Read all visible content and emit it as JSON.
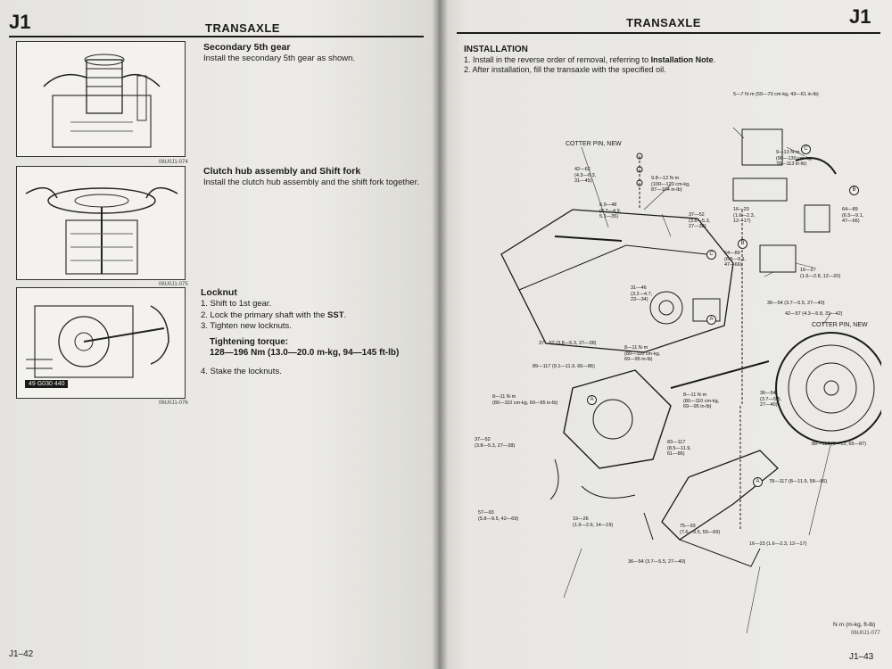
{
  "left_page": {
    "section": "J1",
    "header": "TRANSAXLE",
    "page_number": "J1–42",
    "steps": [
      {
        "title": "Secondary 5th gear",
        "lines": [
          "Install the secondary 5th gear as shown."
        ],
        "figure_code": "06U0J1-074"
      },
      {
        "title": "Clutch hub assembly and Shift fork",
        "lines": [
          "Install the clutch hub assembly and the shift fork together."
        ],
        "figure_code": "06U0J1-075"
      },
      {
        "title": "Locknut",
        "line1": "1. Shift to 1st gear.",
        "line2_prefix": "2. Lock the primary shaft with the ",
        "line2_bold": "SST",
        "line2_suffix": ".",
        "line3": "3. Tighten new locknuts.",
        "torque_title": "Tightening torque:",
        "torque_value": "128—196 Nm (13.0—20.0 m-kg, 94—145 ft-lb)",
        "line4": "4. Stake the locknuts.",
        "sst_number": "49 G030 440",
        "figure_code": "06U0J1-076"
      }
    ]
  },
  "right_page": {
    "section": "J1",
    "header": "TRANSAXLE",
    "page_number": "J1–43",
    "installation_title": "INSTALLATION",
    "install_steps": [
      {
        "prefix": "1. Install in the reverse order of removal, referring to ",
        "bold": "Installation Note",
        "suffix": "."
      },
      {
        "prefix": "2. After installation, fill the transaxle with the specified oil.",
        "bold": "",
        "suffix": ""
      }
    ],
    "figure_code": "06U0J1-077",
    "units_note": "N·m (m-kg, ft-lb)",
    "cotter_pin_left": "COTTER PIN, NEW",
    "cotter_pin_right": "COTTER PIN, NEW",
    "torque_labels": [
      {
        "id": "t1",
        "lines": [
          "5—7 N·m (50—70 cm-kg, 43—61 in-lb)"
        ]
      },
      {
        "id": "t2",
        "lines": [
          "42—62",
          "(4.3—6.3,",
          "31—45)"
        ]
      },
      {
        "id": "t3",
        "lines": [
          "9.8—12 N·m",
          "(100—120 cm-kg,",
          "87—104 in-lb)"
        ]
      },
      {
        "id": "t4",
        "lines": [
          "9—13 N·m",
          "(90—130 cm-kg,",
          "78—113 in-lb)"
        ]
      },
      {
        "id": "t5",
        "lines": [
          "6.9—48",
          "(0.7—4.9,",
          "5.1—35)"
        ]
      },
      {
        "id": "t6",
        "lines": [
          "37—52",
          "(3.8—5.3,",
          "27—38)"
        ]
      },
      {
        "id": "t7",
        "lines": [
          "16—23",
          "(1.6—2.3,",
          "12—17)"
        ]
      },
      {
        "id": "t8",
        "lines": [
          "64—89",
          "(6.5—9.1,",
          "47—66)"
        ]
      },
      {
        "id": "t9",
        "lines": [
          "64—89",
          "(6.5—9.1,",
          "47—66)"
        ]
      },
      {
        "id": "t10",
        "lines": [
          "16—27",
          "(1.6—2.8, 12—20)"
        ]
      },
      {
        "id": "t11",
        "lines": [
          "31—46",
          "(3.2—4.7,",
          "23—34)"
        ]
      },
      {
        "id": "t12",
        "lines": [
          "36—54 (3.7—5.5, 27—40)"
        ]
      },
      {
        "id": "t13",
        "lines": [
          "42—57 (4.3—5.8, 31—42)"
        ]
      },
      {
        "id": "t14",
        "lines": [
          "37—52 (3.8—5.3, 27—38)"
        ]
      },
      {
        "id": "t15",
        "lines": [
          "8—11 N·m",
          "(80—110 cm-kg,",
          "69—95 in-lb)"
        ]
      },
      {
        "id": "t16",
        "lines": [
          "89—117 (9.1—11.9, 66—86)"
        ]
      },
      {
        "id": "t17",
        "lines": [
          "8—11 N·m",
          "(80—110 cm-kg, 69—95 in-lb)"
        ]
      },
      {
        "id": "t18",
        "lines": [
          "8—11 N·m",
          "(80—110 cm-kg,",
          "69—95 in-lb)"
        ]
      },
      {
        "id": "t19",
        "lines": [
          "36—54",
          "(3.7—5.5,",
          "27—40)"
        ]
      },
      {
        "id": "t20",
        "lines": [
          "37—52",
          "(3.8—5.3, 27—38)"
        ]
      },
      {
        "id": "t21",
        "lines": [
          "83—117",
          "(8.5—11.9,",
          "61—86)"
        ]
      },
      {
        "id": "t22",
        "lines": [
          "88—118 (9—12, 65—87)"
        ]
      },
      {
        "id": "t23",
        "lines": [
          "78—117 (8—11.9, 58—86)"
        ]
      },
      {
        "id": "t24",
        "lines": [
          "57—93",
          "(5.8—9.5, 42—69)"
        ]
      },
      {
        "id": "t25",
        "lines": [
          "19—26",
          "(1.9—2.6, 14—19)"
        ]
      },
      {
        "id": "t26",
        "lines": [
          "75—93",
          "(7.6—9.5, 55—69)"
        ]
      },
      {
        "id": "t27",
        "lines": [
          "16—23 (1.6—2.3, 12—17)"
        ]
      },
      {
        "id": "t28",
        "lines": [
          "36—54 (3.7—5.5, 27—40)"
        ]
      }
    ],
    "callouts": [
      "A",
      "B",
      "C"
    ]
  }
}
